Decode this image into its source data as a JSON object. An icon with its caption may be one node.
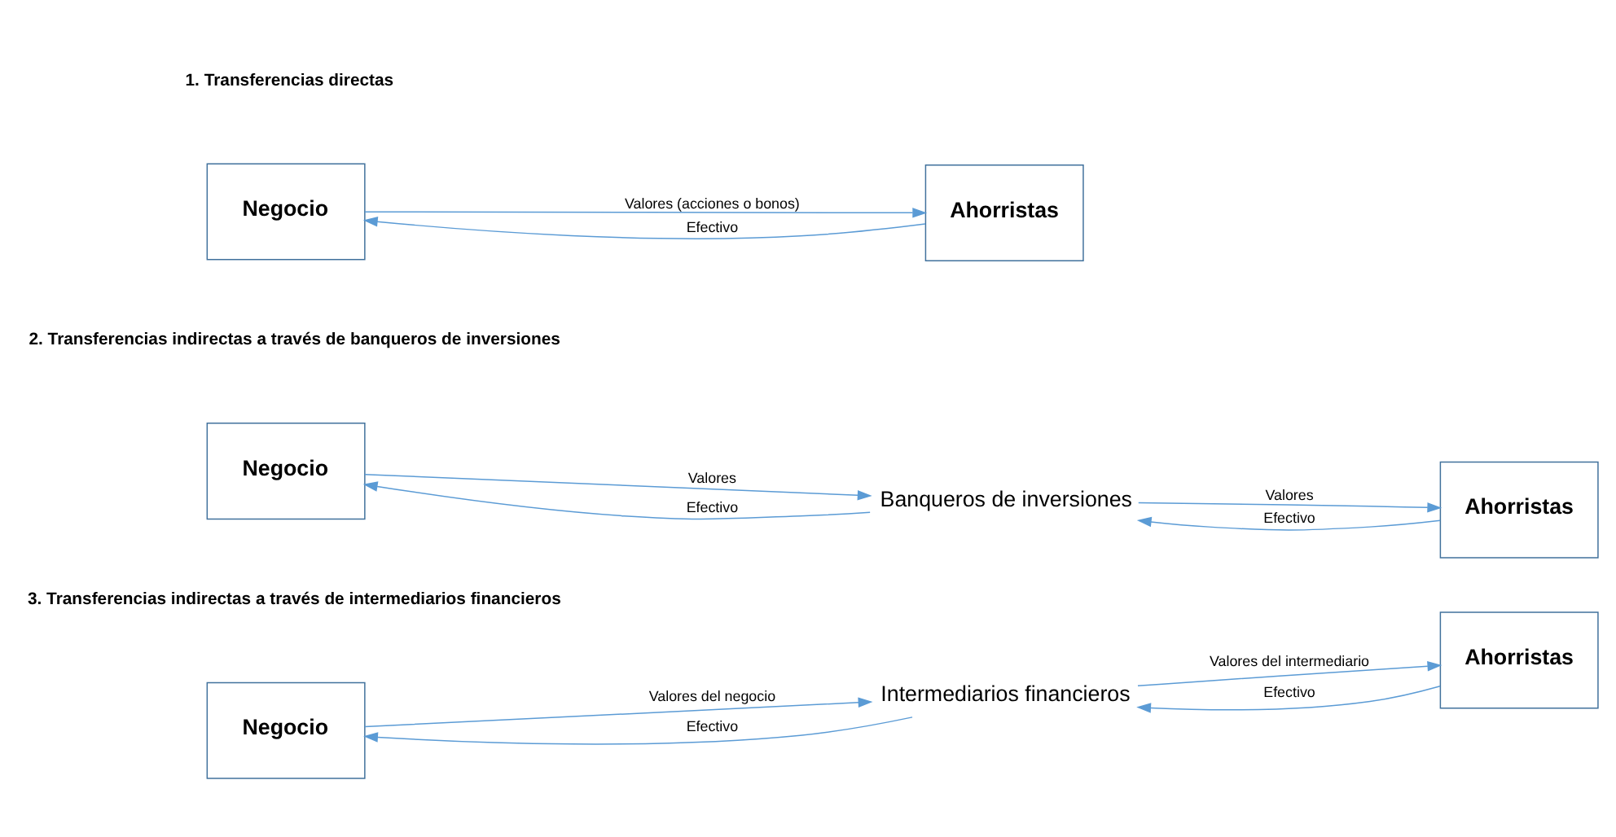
{
  "diagram": {
    "nodes": [
      {
        "text": [
          "Negocio"
        ]
      },
      {
        "text": [
          "Ahorristas"
        ]
      },
      {
        "text": [
          "Negocio"
        ]
      },
      {
        "text": [
          "Banqueros de inversiones"
        ]
      },
      {
        "text": [
          "Ahorristas"
        ]
      },
      {
        "text": [
          "Negocio"
        ]
      },
      {
        "text": [
          "Intermediarios financieros"
        ]
      },
      {
        "text": [
          "Ahorristas"
        ]
      }
    ],
    "edges": [
      {
        "from": 0,
        "to": 1,
        "arrow": "to",
        "label": "Valores (acciones o bonos)"
      },
      {
        "from": 1,
        "to": 0,
        "arrow": "to",
        "label": "Efectivo"
      },
      {
        "from": 2,
        "to": 3,
        "arrow": "to",
        "label": "Valores"
      },
      {
        "from": 3,
        "to": 2,
        "arrow": "to",
        "label": "Efectivo"
      },
      {
        "from": 3,
        "to": 4,
        "arrow": "to",
        "label": "Valores"
      },
      {
        "from": 4,
        "to": 3,
        "arrow": "to",
        "label": "Efectivo"
      },
      {
        "from": 5,
        "to": 6,
        "arrow": "to",
        "label": "Valores del negocio"
      },
      {
        "from": 6,
        "to": 5,
        "arrow": "to",
        "label": "Efectivo"
      },
      {
        "from": 6,
        "to": 7,
        "arrow": "to",
        "label": "Valores del intermediario"
      },
      {
        "from": 7,
        "to": 6,
        "arrow": "to",
        "label": "Efectivo"
      }
    ],
    "labels": [
      "1. Transferencias directas",
      "2. Transferencias indirectas a través de banqueros de inversiones",
      "3. Transferencias indirectas a través de intermediarios financieros"
    ]
  }
}
